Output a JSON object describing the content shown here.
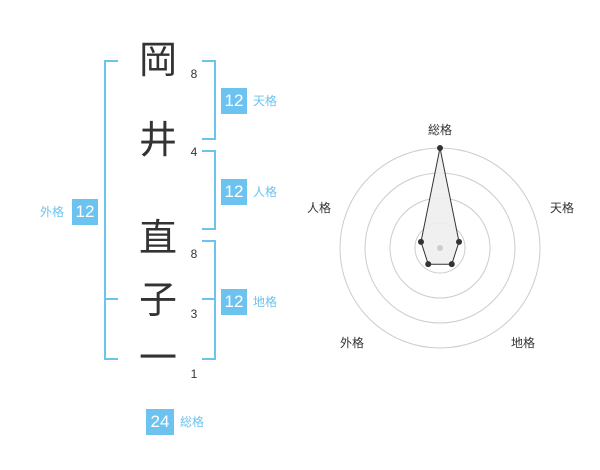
{
  "name": {
    "characters": [
      "岡",
      "井",
      "直",
      "子",
      "一"
    ],
    "strokes": [
      "8",
      "4",
      "8",
      "3",
      "1"
    ]
  },
  "fortune": {
    "tenkaku": {
      "value": "12",
      "label": "天格"
    },
    "jinkaku": {
      "value": "12",
      "label": "人格"
    },
    "chikaku": {
      "value": "12",
      "label": "地格"
    },
    "gaikaku": {
      "value": "12",
      "label": "外格"
    },
    "soukaku": {
      "value": "24",
      "label": "総格"
    }
  },
  "radar": {
    "axes": [
      "総格",
      "天格",
      "地格",
      "外格",
      "人格"
    ],
    "levels": 4,
    "values": [
      5,
      1,
      1,
      1,
      1
    ],
    "max": 5,
    "colors": {
      "ring": "#cccccc",
      "fill": "#eeeeee",
      "stroke": "#333333",
      "center": "#cccccc"
    }
  },
  "accent_color": "#6cc3f0"
}
